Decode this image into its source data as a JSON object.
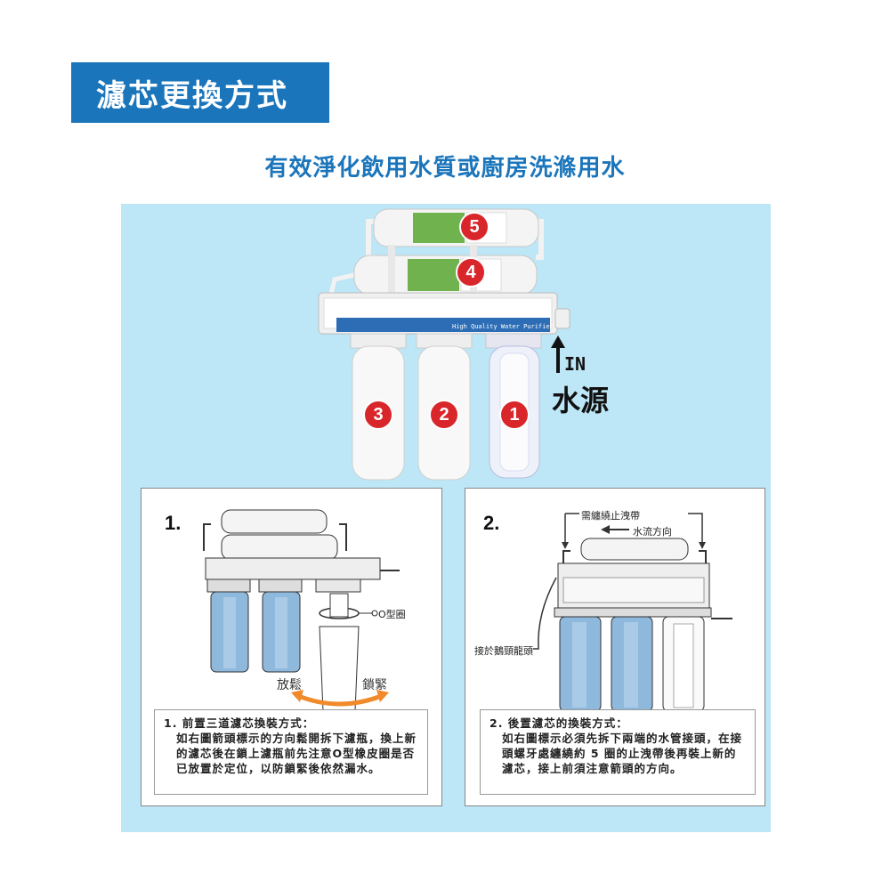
{
  "title": "濾芯更換方式",
  "subtitle": "有效淨化飲用水質或廚房洗滌用水",
  "product": {
    "badges": [
      "5",
      "4",
      "3",
      "2",
      "1"
    ],
    "in_label": "IN",
    "source_label": "水源",
    "brand_text": "High Quality Water Purifier"
  },
  "step1": {
    "number": "1.",
    "o_ring_label": "O型圈",
    "loosen_label": "放鬆",
    "tighten_label": "鎖緊",
    "instruction_heading": "1. 前置三道濾芯換裝方式：",
    "instruction_body": "如右圖箭頭標示的方向鬆開拆下濾瓶，換上新的濾芯後在鎖上濾瓶前先注意O型橡皮圈是否已放置於定位，以防鎖緊後依然漏水。"
  },
  "step2": {
    "number": "2.",
    "tape_label": "需纏繞止洩帶",
    "flow_label": "水流方向",
    "faucet_label": "接於鵝頸龍頭",
    "instruction_heading": "2. 後置濾芯的換裝方式：",
    "instruction_body": "如右圖標示必須先拆下兩端的水管接頭，在接頭螺牙處纏繞約 5 圈的止洩帶後再裝上新的濾芯，接上前須注意箭頭的方向。"
  },
  "colors": {
    "brand_blue": "#1b75bb",
    "panel_bg": "#bde6f6",
    "badge_red": "#d9262a",
    "arrow_orange": "#f08a2a"
  }
}
